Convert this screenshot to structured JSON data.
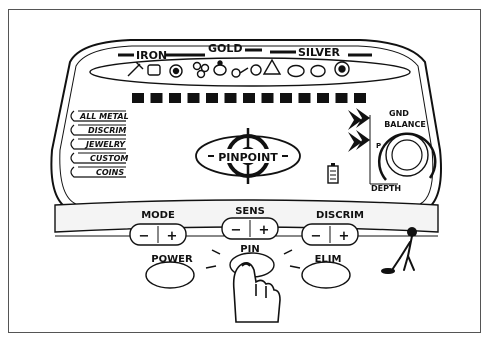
{
  "scale": {
    "iron": "IRON",
    "gold": "GOLD",
    "silver": "SILVER"
  },
  "modes": [
    "ALL METAL",
    "DISCRIM",
    "JEWELRY",
    "CUSTOM",
    "COINS"
  ],
  "pinpoint": "PINPOINT",
  "gnd_balance": [
    "GND",
    "BALANCE"
  ],
  "depth": "DEPTH",
  "balance_letter": "P",
  "buttons": {
    "mode": "MODE",
    "sens": "SENS",
    "discrim": "DISCRIM",
    "power": "POWER",
    "pin": "PIN",
    "elim": "ELIM",
    "minus": "−",
    "plus": "+"
  },
  "segment_count": 13
}
